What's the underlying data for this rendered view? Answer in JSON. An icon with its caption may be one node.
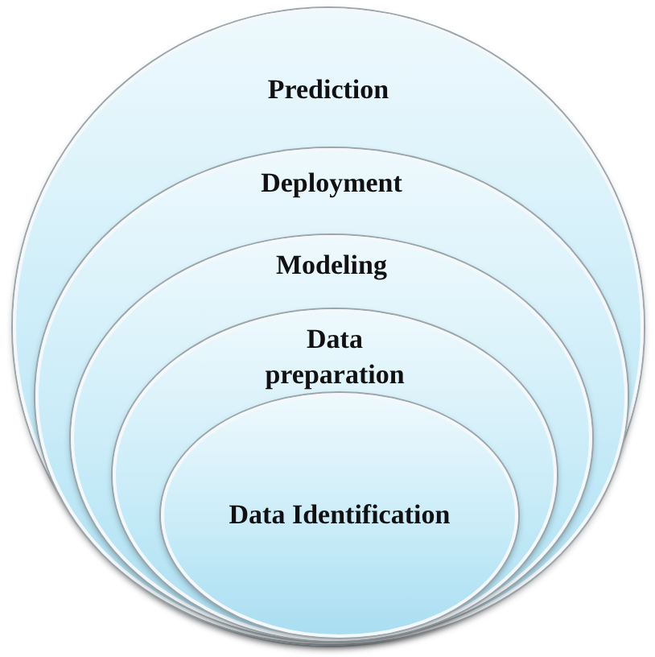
{
  "diagram": {
    "nodes": [
      {
        "text": [
          "Prediction"
        ]
      },
      {
        "text": [
          "Deployment"
        ],
        "in": 0
      },
      {
        "text": [
          "Modeling"
        ],
        "in": 1
      },
      {
        "text": [
          "Data preparation"
        ],
        "in": 2
      },
      {
        "text": [
          "Data Identification"
        ],
        "in": 3
      }
    ]
  }
}
